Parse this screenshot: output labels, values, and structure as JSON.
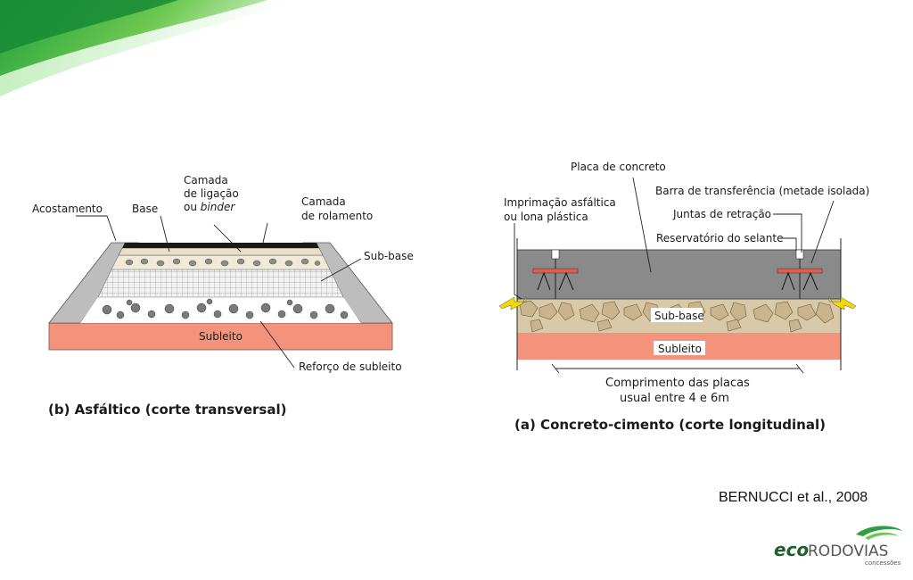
{
  "diagram_b": {
    "caption": "(b) Asfáltico (corte transversal)",
    "labels": {
      "acostamento": "Acostamento",
      "base": "Base",
      "camada_ligacao_1": "Camada",
      "camada_ligacao_2": "de ligação",
      "camada_ligacao_3a": "ou ",
      "camada_ligacao_3b": "binder",
      "camada_rolamento_1": "Camada",
      "camada_rolamento_2": "de rolamento",
      "sub_base": "Sub-base",
      "subleito": "Subleito",
      "reforco": "Reforço de subleito"
    }
  },
  "diagram_a": {
    "caption": "(a) Concreto-cimento (corte longitudinal)",
    "labels": {
      "placa": "Placa de concreto",
      "barra": "Barra de transferência (metade isolada)",
      "imprimacao_1": "Imprimação asfáltica",
      "imprimacao_2": "ou lona plástica",
      "juntas": "Juntas de retração",
      "reservatorio": "Reservatório do selante",
      "sub_base": "Sub-base",
      "subleito": "Subleito",
      "comprimento_1": "Comprimento das placas",
      "comprimento_2": "usual entre 4 e 6m"
    }
  },
  "citation": "BERNUCCI et al., 2008",
  "logo": {
    "brand_eco": "eco",
    "brand_rest": "RODOVIAS",
    "subtitle": "concessões"
  },
  "colors": {
    "green_top": "#2f9e44",
    "subleito": "#f4937b",
    "concrete": "#8a8a8a",
    "shoulder": "#bdbdbd",
    "aggregate": "#d9c9a8",
    "barra": "#e8594a"
  }
}
